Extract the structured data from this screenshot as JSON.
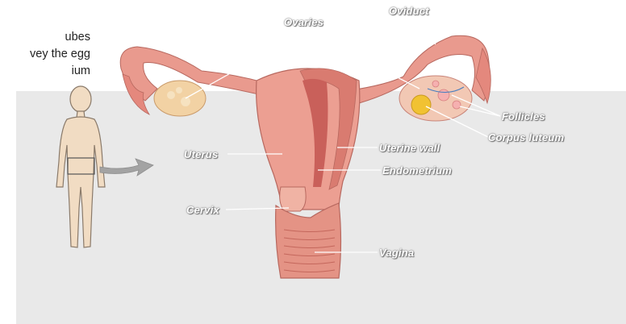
{
  "background_text": {
    "line1": "ubes",
    "line2": "vey the egg",
    "line3": "ium"
  },
  "labels": {
    "ovaries": "Ovaries",
    "oviduct": "Oviduct",
    "follicles": "Follicles",
    "corpus_luteum": "Corpus luteum",
    "uterus": "Uterus",
    "uterine_wall": "Uterine wall",
    "endometrium": "Endometrium",
    "cervix": "Cervix",
    "vagina": "Vagina"
  },
  "colors": {
    "panel": "#e9e9e9",
    "body_silhouette": "#f1dcc3",
    "tissue": "#e89a8c",
    "tissue_dark": "#c9665e",
    "arrow": "#a3a3a3"
  }
}
